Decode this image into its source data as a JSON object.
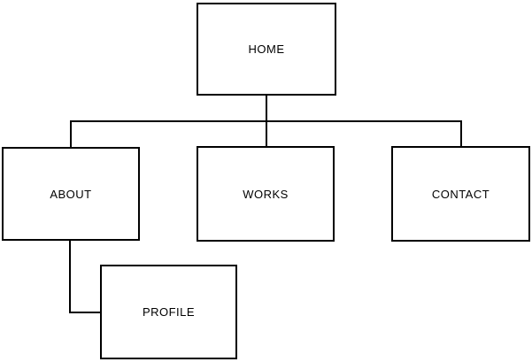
{
  "diagram": {
    "type": "sitemap-tree",
    "colors": {
      "background": "#ffffff",
      "line": "#000000",
      "border": "#000000",
      "text": "#000000"
    },
    "nodes": [
      {
        "id": "home",
        "label": "HOME",
        "level": 0,
        "parent": null
      },
      {
        "id": "about",
        "label": "ABOUT",
        "level": 1,
        "parent": "home"
      },
      {
        "id": "works",
        "label": "WORKS",
        "level": 1,
        "parent": "home"
      },
      {
        "id": "contact",
        "label": "CONTACT",
        "level": 1,
        "parent": "home"
      },
      {
        "id": "profile",
        "label": "PROFILE",
        "level": 2,
        "parent": "about"
      }
    ],
    "edges": [
      {
        "from": "home",
        "to": "about"
      },
      {
        "from": "home",
        "to": "works"
      },
      {
        "from": "home",
        "to": "contact"
      },
      {
        "from": "about",
        "to": "profile"
      }
    ]
  }
}
